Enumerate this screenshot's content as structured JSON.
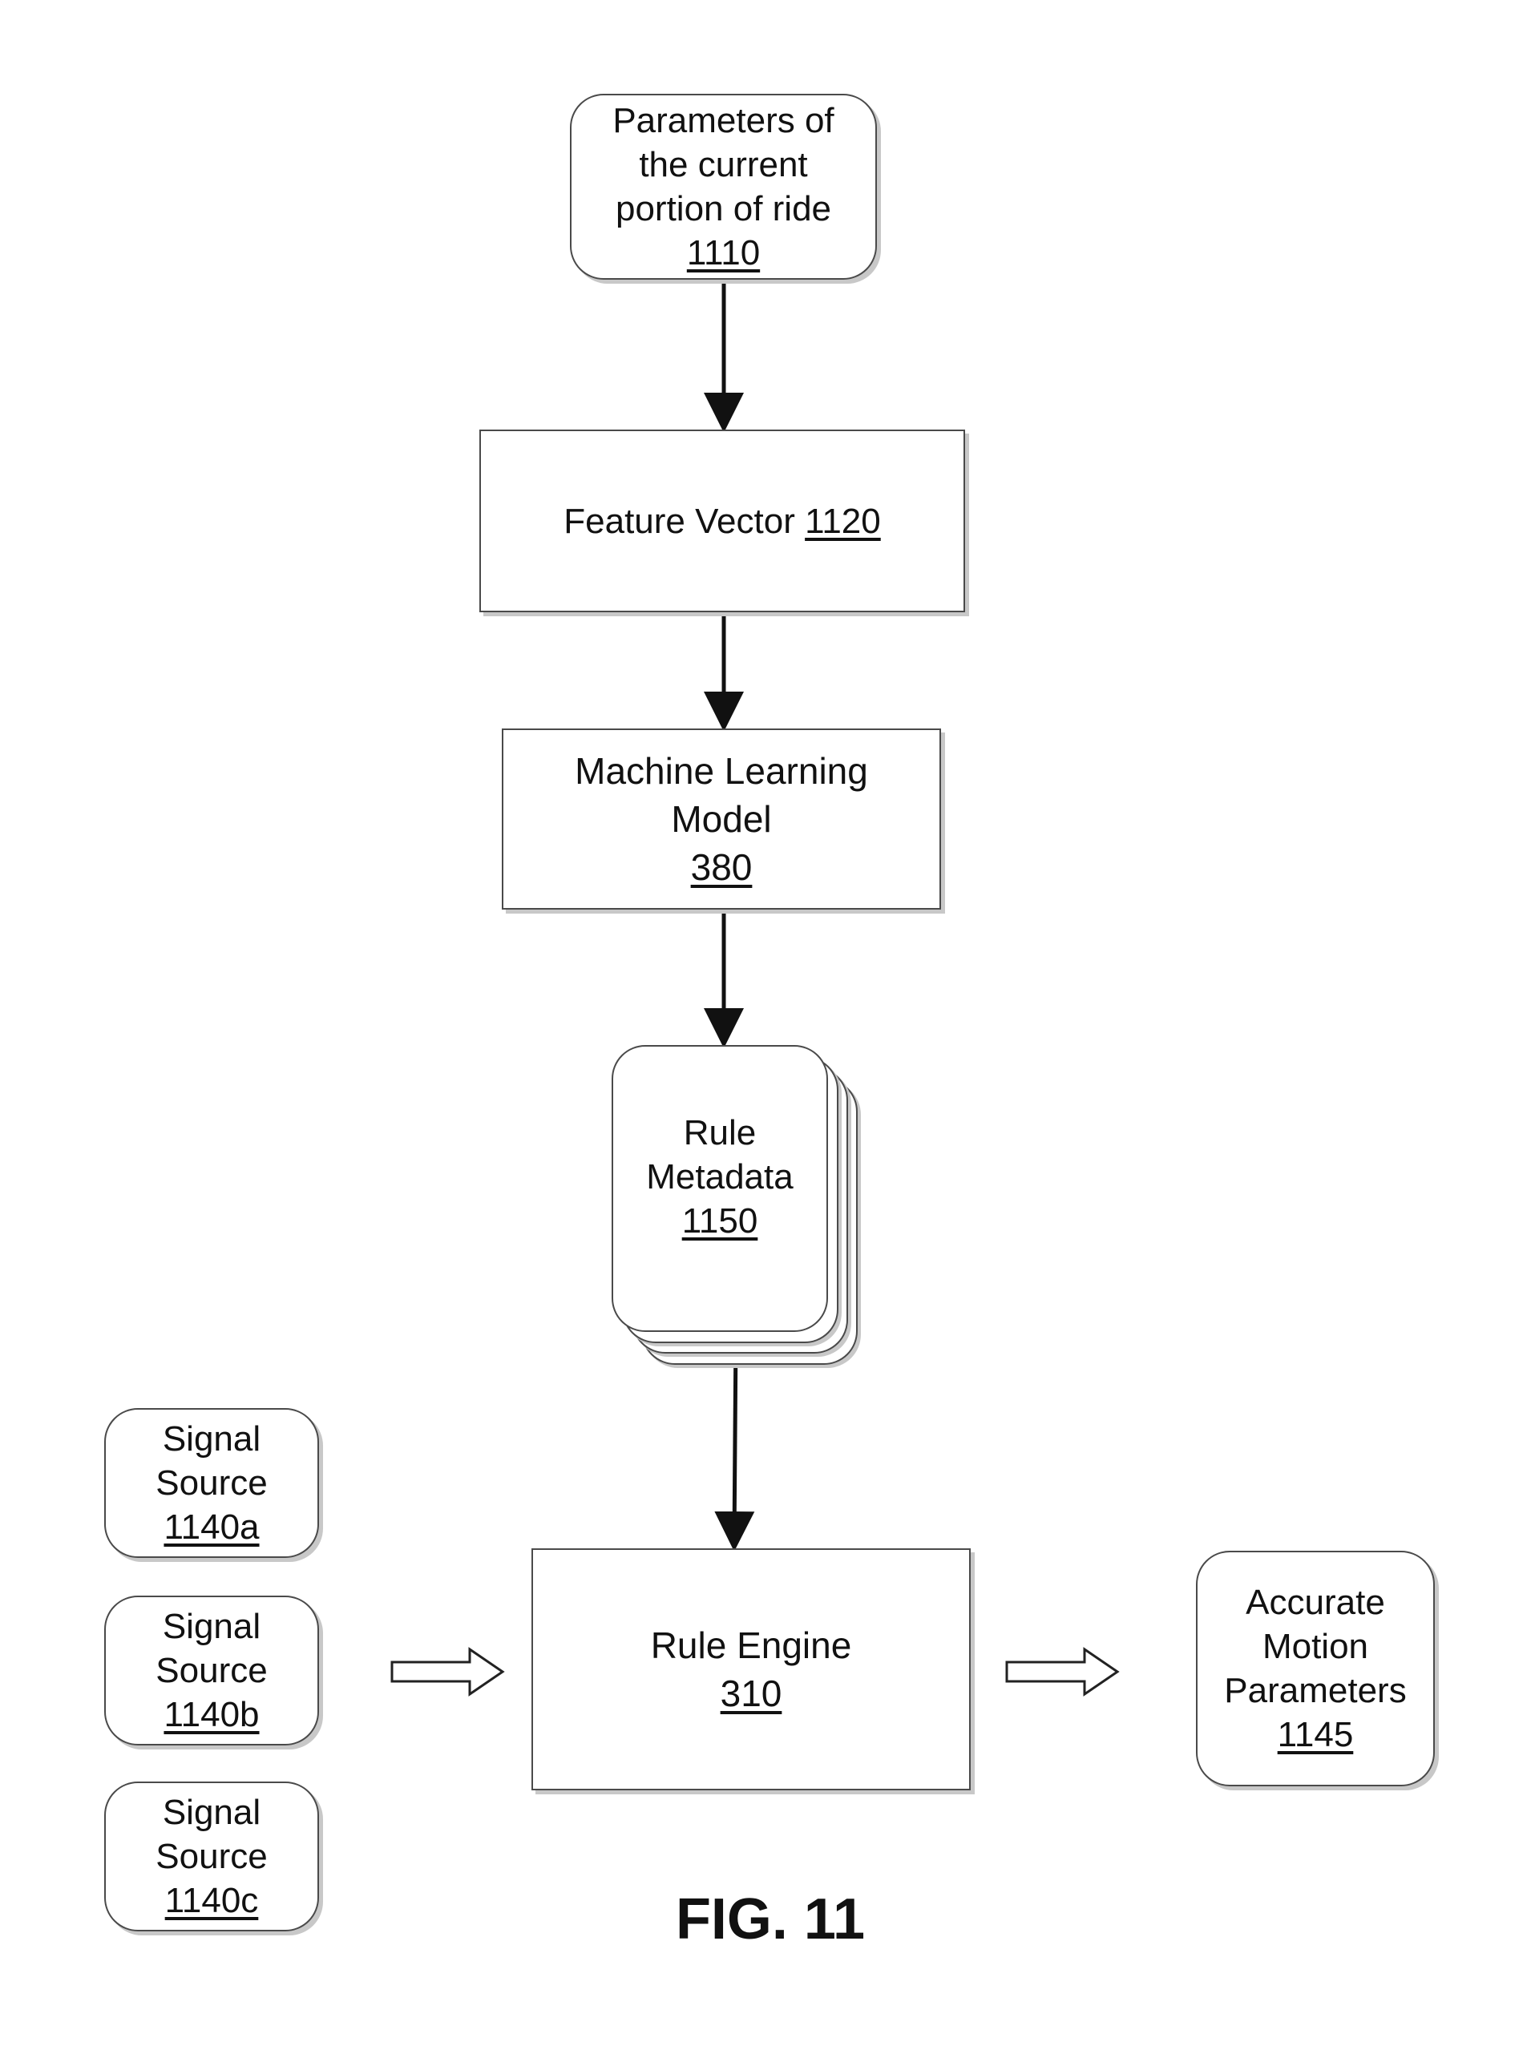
{
  "nodes": {
    "params": {
      "lines": [
        "Parameters of",
        "the current",
        "portion of ride"
      ],
      "ref": "1110"
    },
    "feature_vector": {
      "text": "Feature Vector",
      "ref": "1120"
    },
    "ml_model": {
      "lines": [
        "Machine Learning",
        "Model"
      ],
      "ref": "380"
    },
    "rule_metadata": {
      "lines": [
        "Rule",
        "Metadata"
      ],
      "ref": "1150"
    },
    "rule_engine": {
      "text": "Rule Engine",
      "ref": "310"
    },
    "accurate": {
      "lines": [
        "Accurate",
        "Motion",
        "Parameters"
      ],
      "ref": "1145"
    },
    "signal_a": {
      "lines": [
        "Signal",
        "Source"
      ],
      "ref": "1140a"
    },
    "signal_b": {
      "lines": [
        "Signal",
        "Source"
      ],
      "ref": "1140b"
    },
    "signal_c": {
      "lines": [
        "Signal",
        "Source"
      ],
      "ref": "1140c"
    }
  },
  "figure_label": "FIG. 11",
  "colors": {
    "stroke": "#111111",
    "border": "#4a4a4a",
    "shadow": "#c8c8c8"
  },
  "icons": {
    "flow_arrow": "arrow-down-icon",
    "input_arrow": "hollow-arrow-right-icon"
  }
}
